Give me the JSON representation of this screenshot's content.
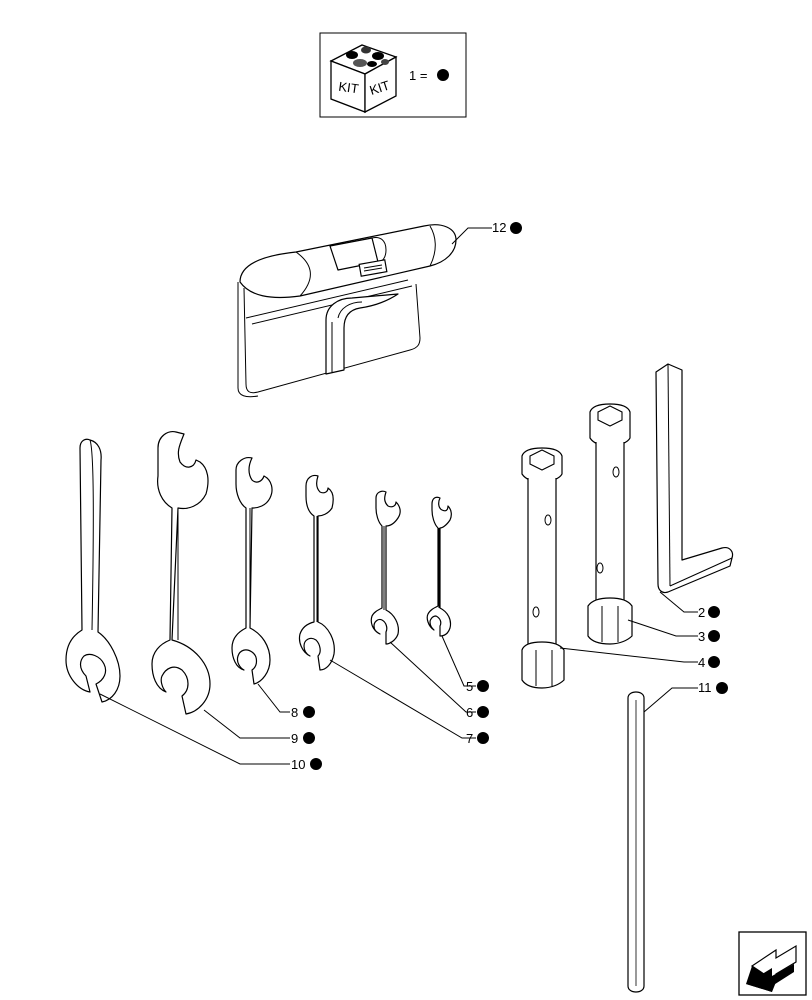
{
  "kit_legend": {
    "box_word_left": "KIT",
    "box_word_right": "KIT",
    "equation": "1 ="
  },
  "callouts": [
    {
      "id": "12",
      "text": "12"
    },
    {
      "id": "2",
      "text": "2"
    },
    {
      "id": "3",
      "text": "3"
    },
    {
      "id": "4",
      "text": "4"
    },
    {
      "id": "11",
      "text": "11"
    },
    {
      "id": "5",
      "text": "5"
    },
    {
      "id": "6",
      "text": "6"
    },
    {
      "id": "7",
      "text": "7"
    },
    {
      "id": "8",
      "text": "8"
    },
    {
      "id": "9",
      "text": "9"
    },
    {
      "id": "10",
      "text": "10"
    }
  ],
  "icons": {
    "kit_box": "kit-box-icon",
    "marker": "filled-dot-icon",
    "nav": "next-page-arrow-icon"
  },
  "colors": {
    "ink": "#000000",
    "paper": "#ffffff"
  }
}
